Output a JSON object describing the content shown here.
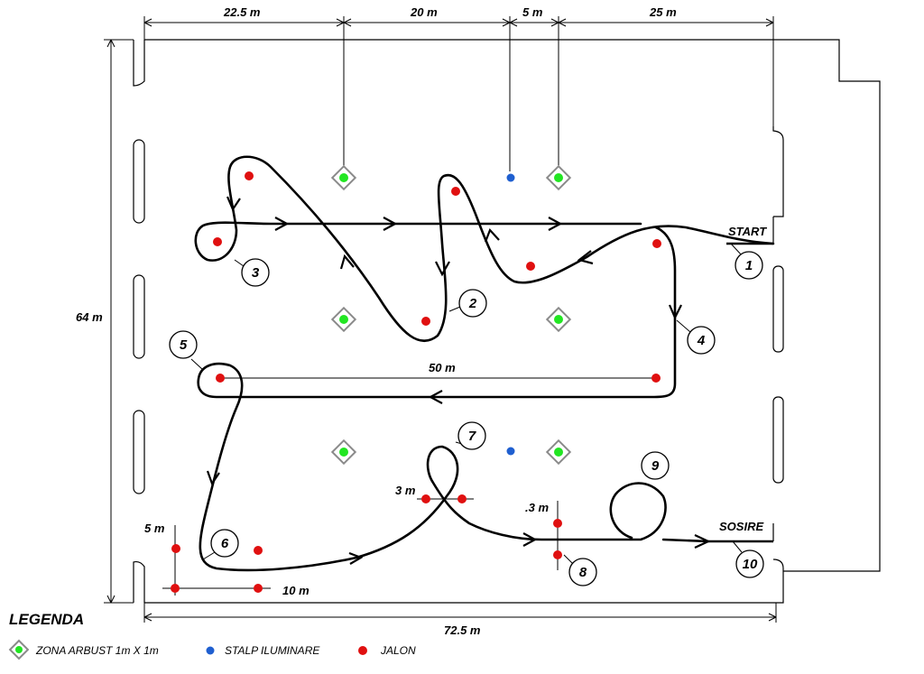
{
  "dimensions": {
    "top": [
      "22.5 m",
      "20 m",
      "5 m",
      "25 m"
    ],
    "height": "64 m",
    "width": "72.5 m",
    "middle": "50 m",
    "left_bottom_short": "5 m",
    "left_bottom_long": "10 m",
    "gate_7": "3 m",
    "gate_8": ".3 m"
  },
  "labels": {
    "start": "START",
    "finish": "SOSIRE"
  },
  "stations": [
    "1",
    "2",
    "3",
    "4",
    "5",
    "6",
    "7",
    "8",
    "9",
    "10"
  ],
  "legend": {
    "title": "LEGENDA",
    "items": [
      {
        "label": "ZONA ARBUST 1m X 1m",
        "icon": "shrub-zone-icon"
      },
      {
        "label": "STALP ILUMINARE",
        "icon": "light-pole-icon"
      },
      {
        "label": "JALON",
        "icon": "cone-icon"
      }
    ]
  },
  "colors": {
    "shrub_fill": "#22e622",
    "shrub_border": "#8a8a8a",
    "light_pole": "#1f5fd0",
    "cone": "#e01010",
    "line": "#000000"
  }
}
